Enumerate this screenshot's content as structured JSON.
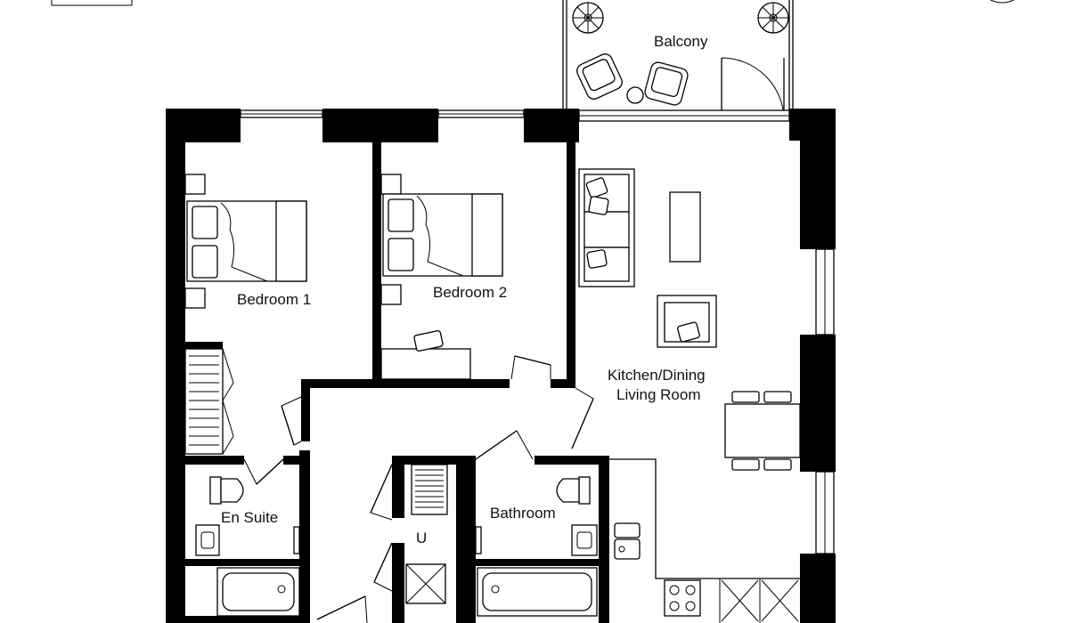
{
  "plan": {
    "rooms": {
      "balcony": "Balcony",
      "bedroom1": "Bedroom 1",
      "bedroom2": "Bedroom 2",
      "kitchen_line1": "Kitchen/Dining",
      "kitchen_line2": "Living Room",
      "en_suite": "En Suite",
      "bathroom": "Bathroom",
      "utility": "U"
    }
  },
  "colors": {
    "wall": "#000000",
    "background": "#ffffff"
  },
  "icons": [
    "door-swing-icon",
    "window-icon",
    "bed-icon",
    "sofa-icon",
    "armchair-icon",
    "table-icon",
    "toilet-icon",
    "sink-icon",
    "bathtub-icon",
    "hob-icon",
    "plant-icon",
    "wardrobe-icon"
  ]
}
